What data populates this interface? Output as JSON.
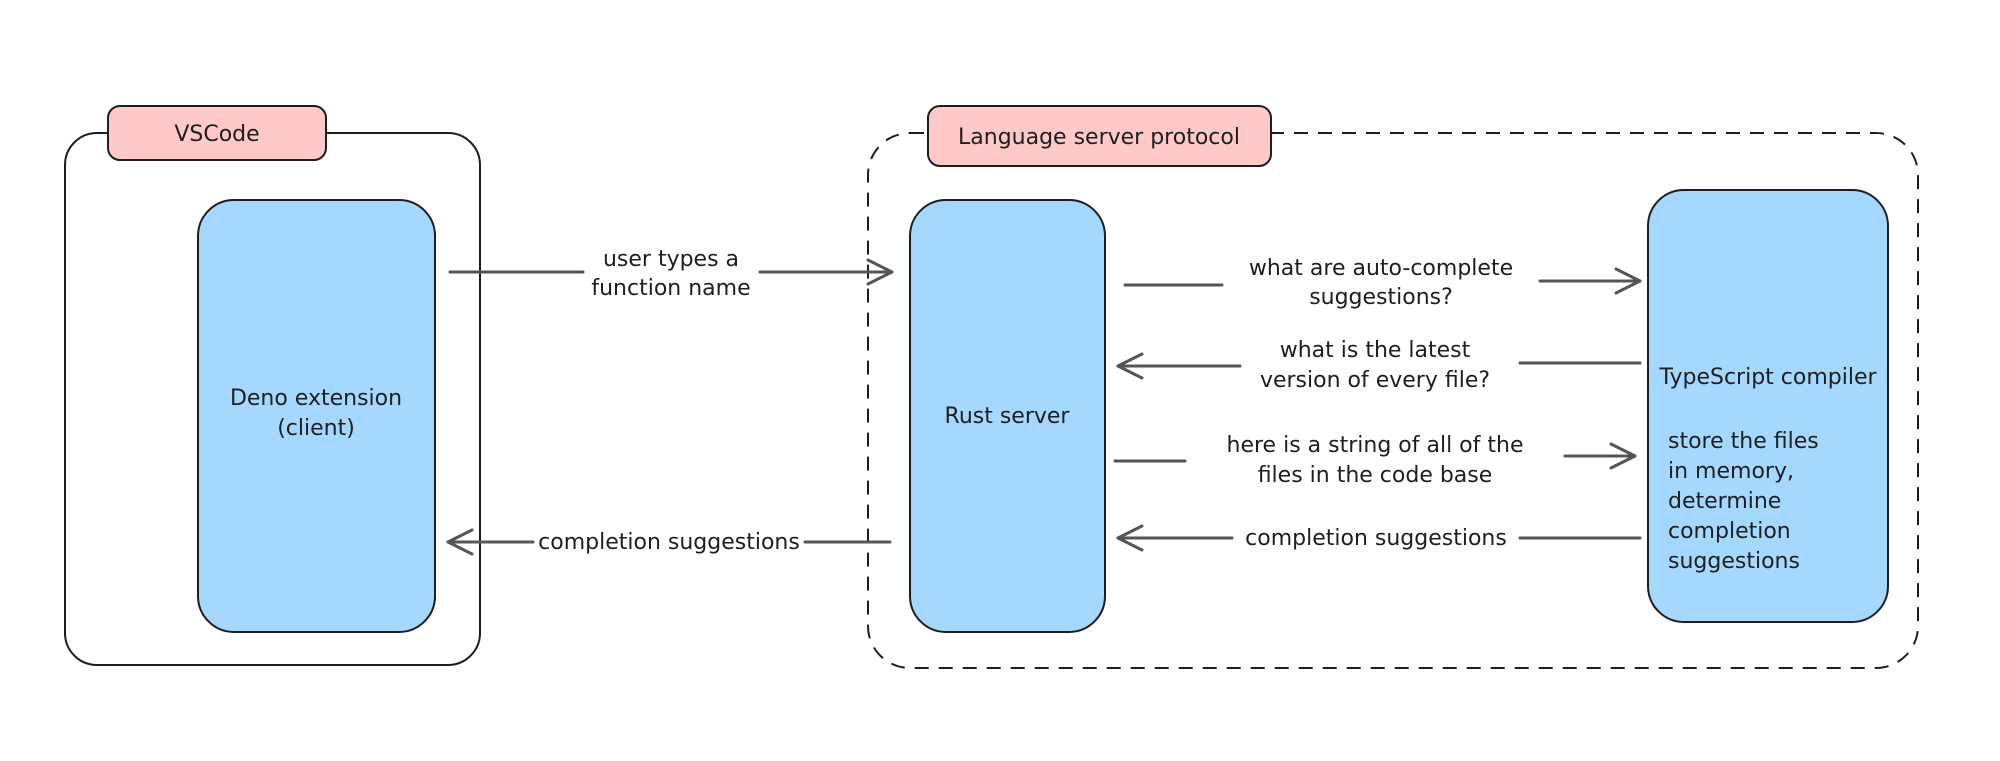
{
  "groups": {
    "vscode": {
      "label": "VSCode"
    },
    "lsp": {
      "label": "Language server protocol"
    }
  },
  "nodes": {
    "deno": {
      "line1": "Deno extension",
      "line2": "(client)"
    },
    "rust": {
      "label": "Rust server"
    },
    "ts": {
      "title": "TypeScript compiler",
      "notes": [
        "store the files",
        "in memory,",
        "determine",
        "completion",
        "suggestions"
      ]
    }
  },
  "edges": {
    "user_types": {
      "lines": [
        "user types a",
        "function name"
      ]
    },
    "completion_client": {
      "label": "completion suggestions"
    },
    "what_autocomplete": {
      "lines": [
        "what are auto-complete",
        "suggestions?"
      ]
    },
    "latest_version": {
      "lines": [
        "what is the latest",
        "version of every file?"
      ]
    },
    "string_of_files": {
      "lines": [
        "here is a string of all of the",
        "files in the code base"
      ]
    },
    "completion_server": {
      "label": "completion suggestions"
    }
  },
  "colors": {
    "node_fill": "#a5d8ff",
    "tag_fill": "#ffc9c9",
    "stroke": "#1e1e1e",
    "edge": "#555555"
  }
}
